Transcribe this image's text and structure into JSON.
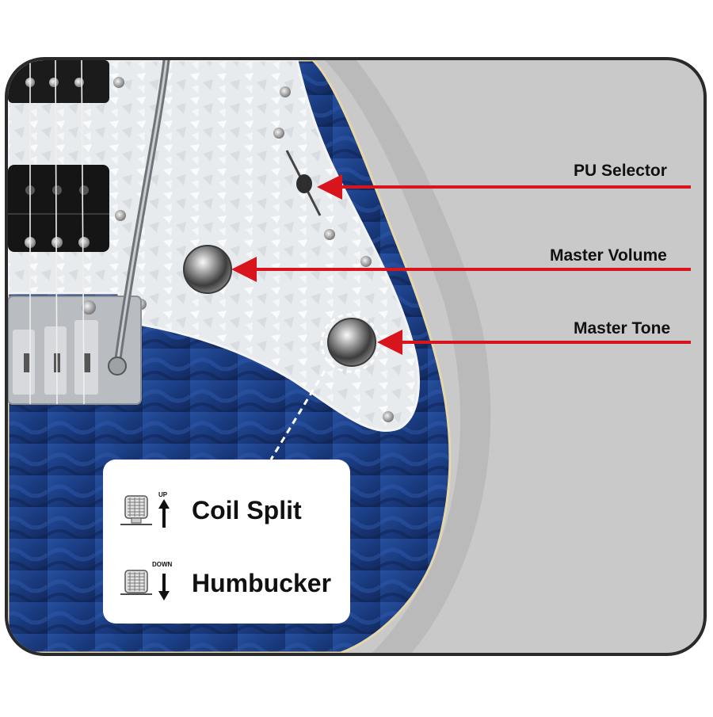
{
  "callouts": {
    "pu_selector": "PU Selector",
    "master_volume": "Master Volume",
    "master_tone": "Master Tone"
  },
  "legend": {
    "coil_split": {
      "tag": "UP",
      "label": "Coil Split"
    },
    "humbucker": {
      "tag": "DOWN",
      "label": "Humbucker"
    }
  },
  "colors": {
    "arrow": "#d8141c",
    "body_blue": "#1d3f86",
    "pickguard": "#e9ecef",
    "panel_gray": "#c9c9c9",
    "frame": "#2a2a2a"
  },
  "icons": [
    "pickup-icon",
    "knob-icon",
    "selector-switch-icon",
    "push-pull-knob-icon",
    "arrow-up-icon",
    "arrow-down-icon"
  ]
}
